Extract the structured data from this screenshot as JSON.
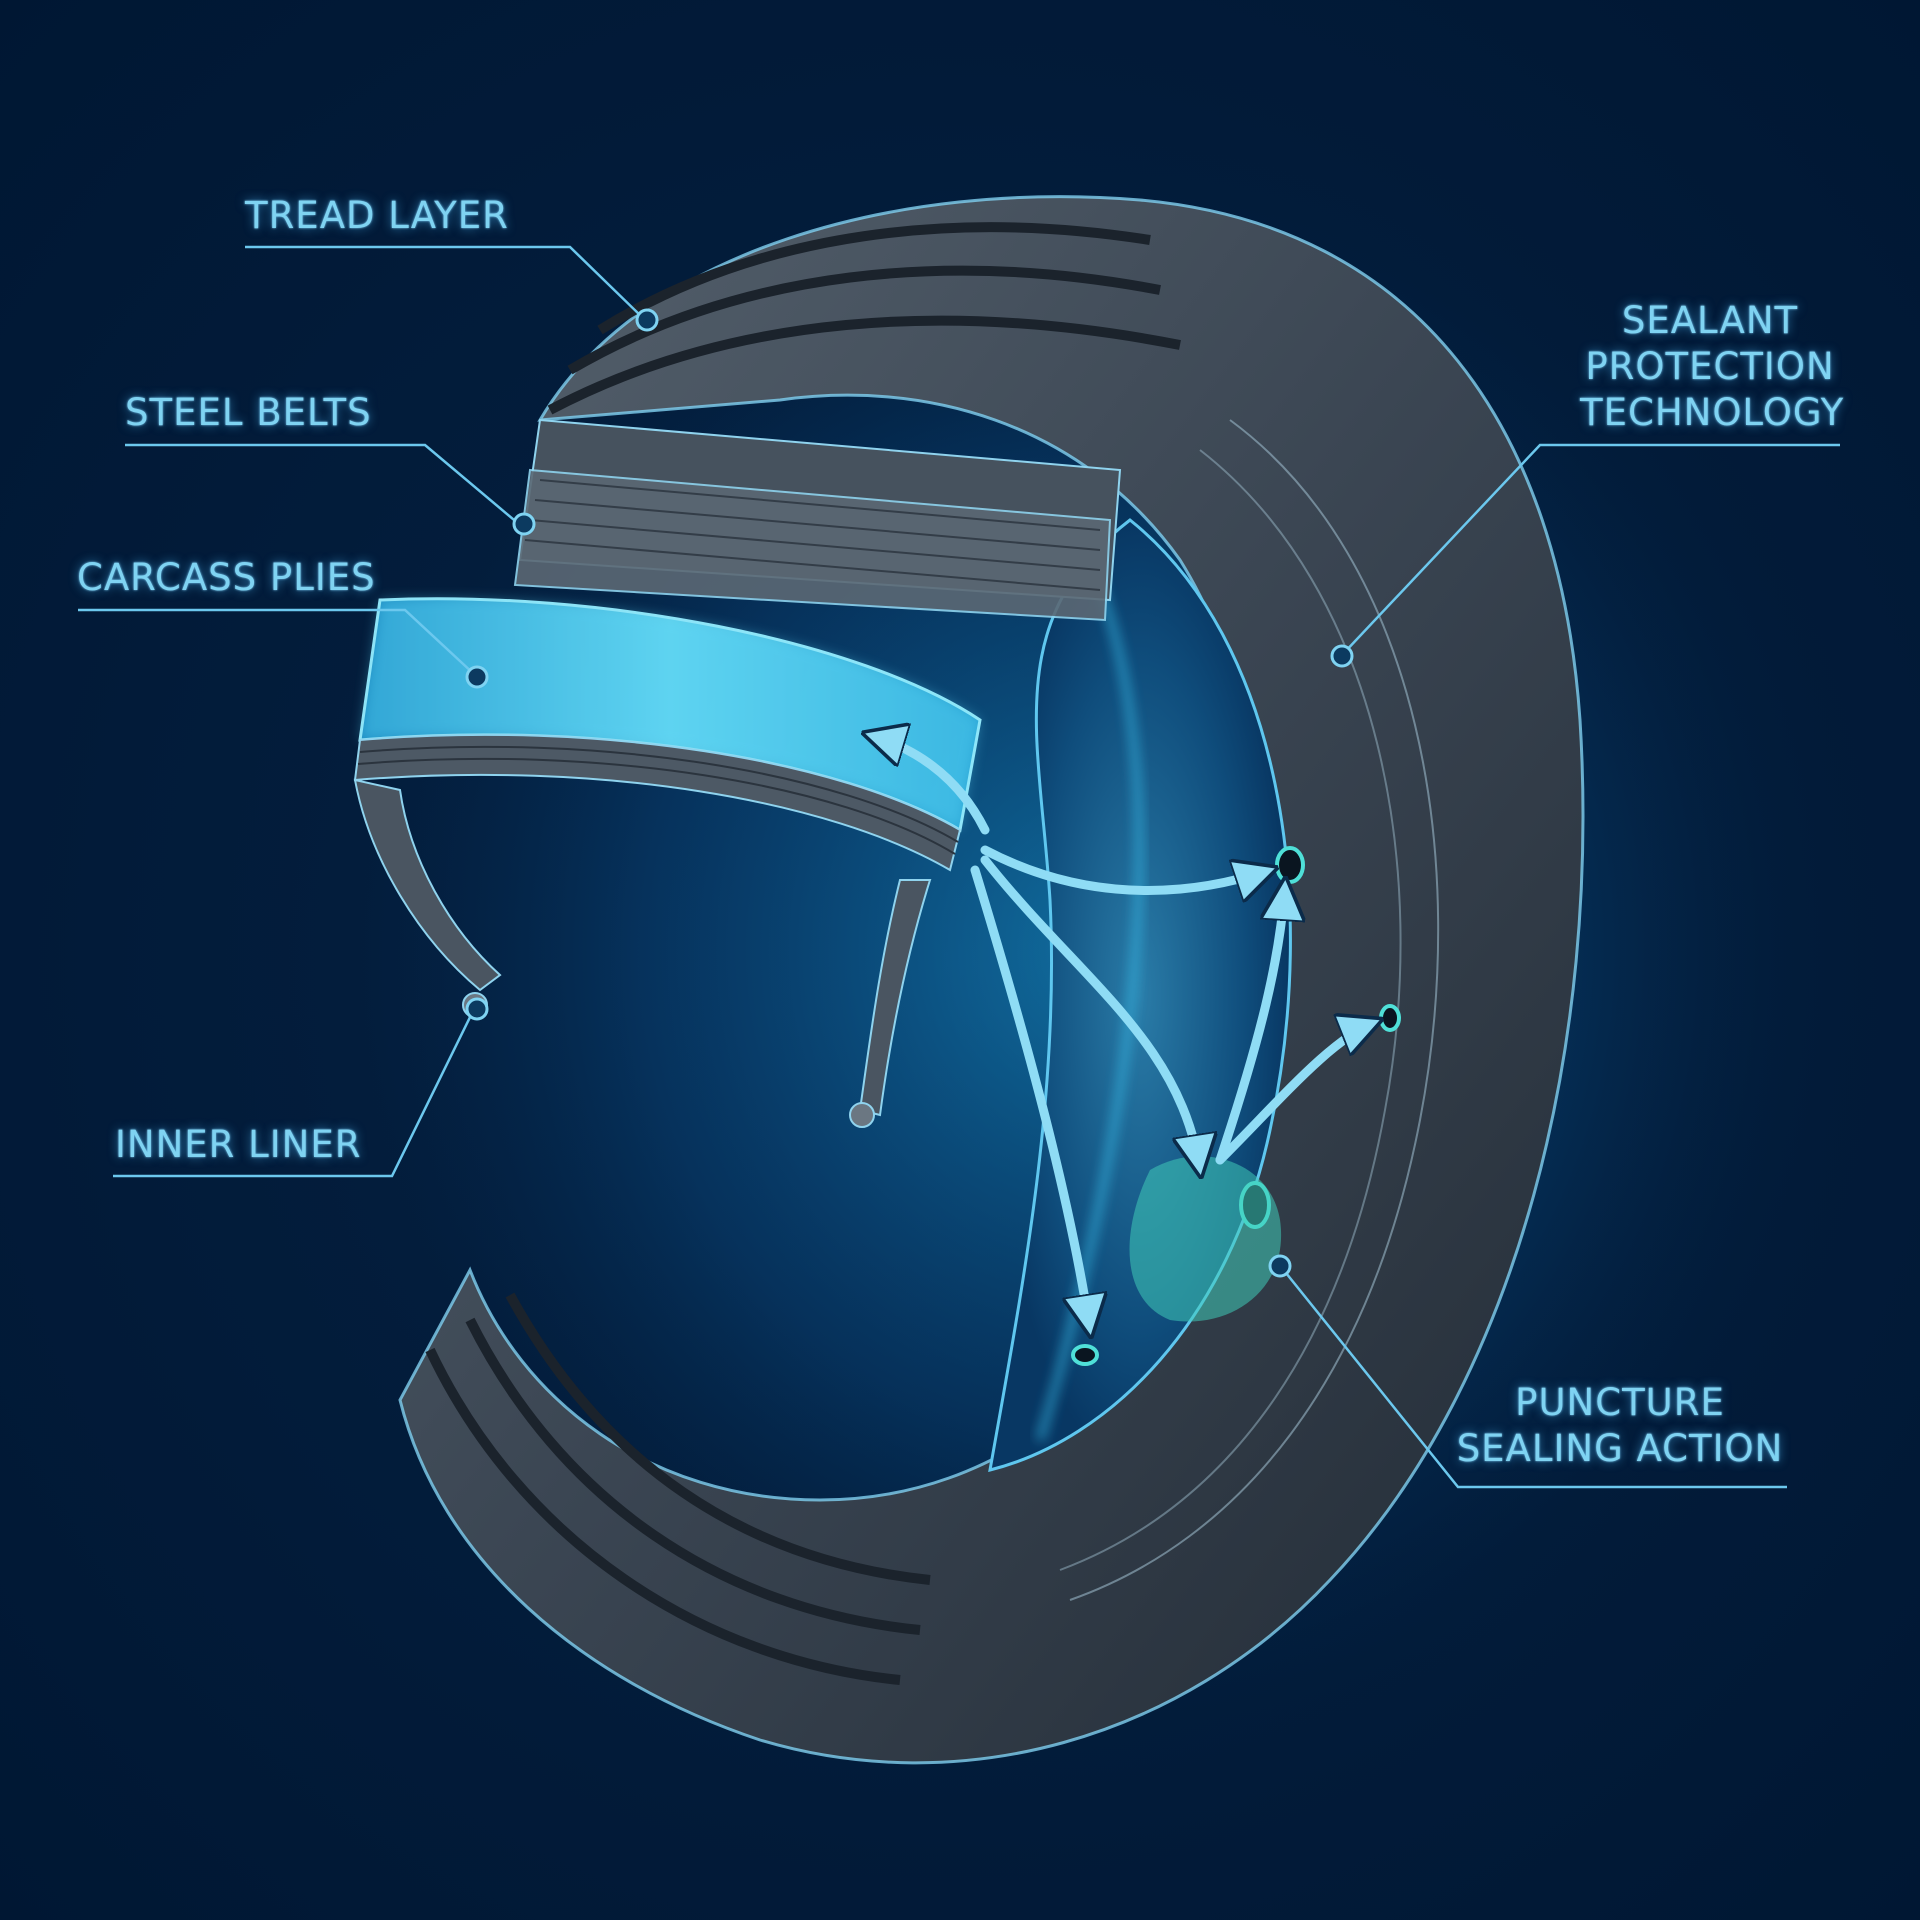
{
  "diagram": {
    "subject": "Tire cutaway showing sealant protection layers",
    "colors": {
      "background": "#001a36",
      "label_text": "#7fd3f2",
      "leader_line": "#6cc8ee",
      "sealant": "#3fc6ea",
      "rubber": "#3a4552"
    },
    "labels": {
      "tread_layer": "TREAD LAYER",
      "steel_belts": "STEEL BELTS",
      "carcass_plies": "CARCASS PLIES",
      "inner_liner": "INNER LINER",
      "sealant": {
        "line1": "SEALANT",
        "line2": "PROTECTION",
        "line3": "TECHNOLOGY"
      },
      "puncture": {
        "line1": "PUNCTURE",
        "line2": "SEALING ACTION"
      }
    }
  }
}
